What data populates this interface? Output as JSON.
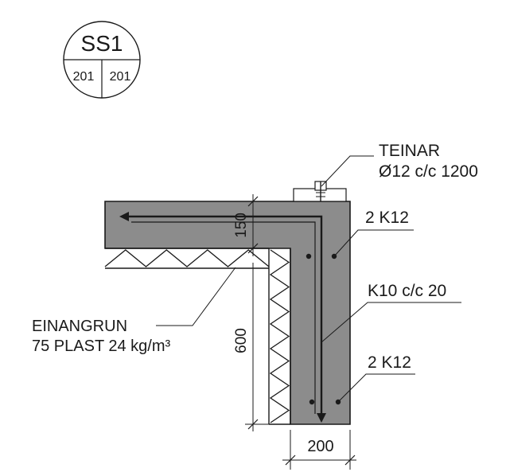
{
  "section_marker": {
    "id": "SS1",
    "sheet_left": "201",
    "sheet_right": "201"
  },
  "labels": {
    "tie_title": "TEINAR",
    "tie_spec": "Ø12 c/c 1200",
    "top_rebar": "2 K12",
    "stirrup": "K10 c/c 20",
    "bottom_rebar": "2 K12",
    "insulation_line1": "EINANGRUN",
    "insulation_line2": "75 PLAST 24 kg/m³"
  },
  "dimensions": {
    "slab_thickness": "150",
    "wall_height": "600",
    "wall_width": "200"
  },
  "colors": {
    "concrete": "#8c8c8c",
    "ink": "#1a1a1a",
    "paper": "#ffffff"
  }
}
